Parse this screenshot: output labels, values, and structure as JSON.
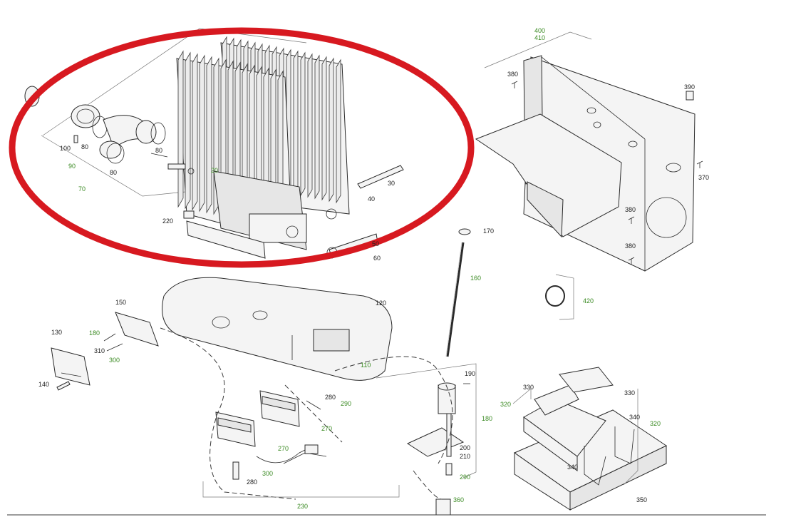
{
  "highlight": {
    "color": "#d71920"
  },
  "label_colors": {
    "black": "#222222",
    "green": "#3a8a22"
  },
  "callouts": {
    "c400": "400",
    "c410": "410",
    "c380a": "380",
    "c390": "390",
    "c370": "370",
    "c380b": "380",
    "c380c": "380",
    "c420": "420",
    "c170": "170",
    "c160": "160",
    "c120": "120",
    "c110": "110",
    "c150": "150",
    "c130": "130",
    "c180a": "180",
    "c310": "310",
    "c300a": "300",
    "c140": "140",
    "c100": "100",
    "c80a": "80",
    "c90": "90",
    "c80b": "80",
    "c80c": "80",
    "c70": "70",
    "c20": "20",
    "c40": "40",
    "c30": "30",
    "c220": "220",
    "c50": "50",
    "c60": "60",
    "c190": "190",
    "c180b": "180",
    "c200": "200",
    "c210": "210",
    "c290a": "290",
    "c290b": "290",
    "c280a": "280",
    "c280b": "280",
    "c270a": "270",
    "c270b": "270",
    "c300b": "300",
    "c230": "230",
    "c360": "360",
    "c320a": "320",
    "c320b": "320",
    "c330a": "330",
    "c330b": "330",
    "c340a": "340",
    "c340b": "340",
    "c350": "350"
  }
}
